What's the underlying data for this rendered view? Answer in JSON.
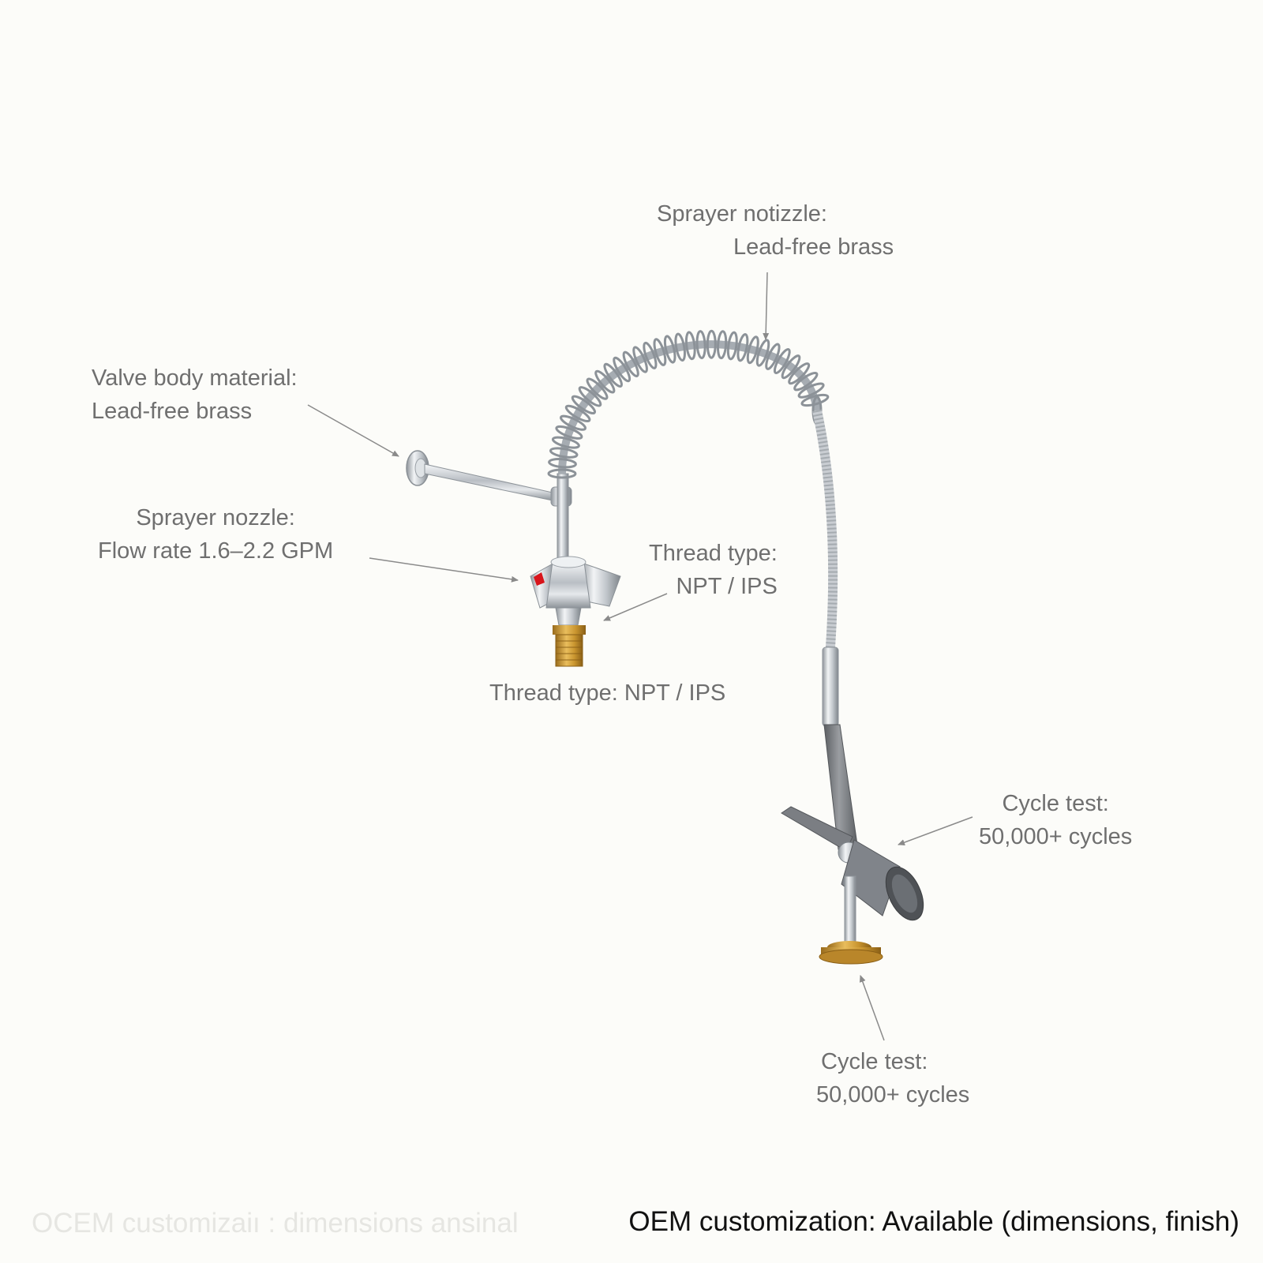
{
  "labels": {
    "sprayer_top": {
      "line1": "Sprayer notizzle:",
      "line2": "Lead-free brass"
    },
    "valve_body": {
      "line1": "Valve body material:",
      "line2": "Lead-free brass"
    },
    "sprayer_flow": {
      "line1": "Sprayer nozzle:",
      "line2": "Flow rate 1.6–2.2 GPM"
    },
    "thread_right": {
      "line1": "Thread type:",
      "line2": "NPT / IPS"
    },
    "thread_bottom": {
      "line1": "Thread type: NPT / IPS"
    },
    "cycle_right": {
      "line1": "Cycle test:",
      "line2": "50,000+ cycles"
    },
    "cycle_bottom": {
      "line1": "Cycle test:",
      "line2": "50,000+ cycles"
    }
  },
  "footer": {
    "ghost_text": "OCEM customizaiı : dimensions ansinal",
    "main_text": "OEM customization: Available (dimensions, finish)"
  },
  "colors": {
    "background": "#fcfcf9",
    "label_text": "#6f6f6f",
    "leader_line": "#8a8a8a",
    "chrome": "#c9cdd2",
    "brass": "#c9952f",
    "gray_sprayer": "#7b7e83",
    "hot_indicator": "#d8141b"
  }
}
